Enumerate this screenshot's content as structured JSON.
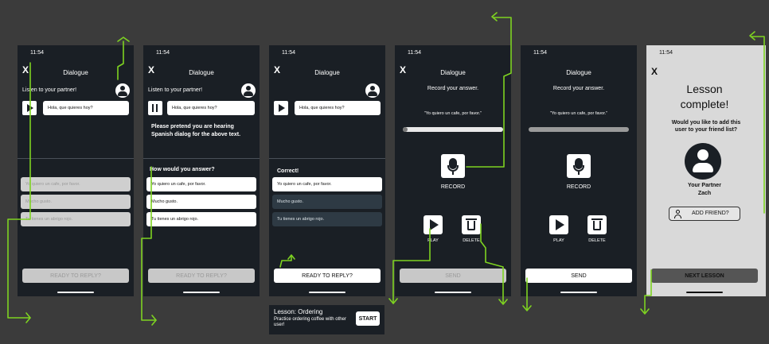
{
  "time": "11:54",
  "close_glyph": "X",
  "screen1": {
    "title": "Dialogue",
    "listen_label": "Listen to your partner!",
    "bubble": "Hola, que quieres hoy?",
    "options": [
      "Yo quiero un cafe, por favor.",
      "Mucho gusto.",
      "Tu tienes un abrigo rojo."
    ],
    "ready_button": "READY TO REPLY?"
  },
  "screen2": {
    "title": "Dialogue",
    "listen_label": "Listen to your partner!",
    "bubble": "Hola, que quieres hoy?",
    "note": "Please pretend you are hearing Spanish dialog for the above text.",
    "question": "How would you answer?",
    "options": [
      "Yo quiero un cafe, por favor.",
      "Mucho gusto.",
      "Tu tienes un abrigo rojo."
    ],
    "ready_button": "READY TO REPLY?"
  },
  "screen3": {
    "title": "Dialogue",
    "bubble": "Hola, que quieres hoy?",
    "correct_label": "Correct!",
    "options": [
      "Yo quiero un cafe, por favor.",
      "Mucho gusto.",
      "Tu tienes un abrigo rojo."
    ],
    "ready_button": "READY TO REPLY?"
  },
  "screen4": {
    "title": "Dialogue",
    "record_prompt": "Record your answer.",
    "answer_text": "\"Yo quiero un cafe, por favor.\"",
    "record_label": "RECORD",
    "play_label": "PLAY",
    "delete_label": "DELETE",
    "send_button": "SEND",
    "progress": 0.05
  },
  "screen5": {
    "title": "Dialogue",
    "record_prompt": "Record your answer.",
    "answer_text": "\"Yo quiero un cafe, por favor.\"",
    "record_label": "RECORD",
    "play_label": "PLAY",
    "delete_label": "DELETE",
    "send_button": "SEND"
  },
  "screen6": {
    "heading_line1": "Lesson",
    "heading_line2": "complete!",
    "question": "Would you like to add this user to your friend list?",
    "partner_line1": "Your Partner",
    "partner_line2": "Zach",
    "add_friend_button": "ADD FRIEND?",
    "next_button": "NEXT LESSON"
  },
  "lesson_card": {
    "title": "Lesson: Ordering",
    "desc": "Practice ordering coffee with other user!",
    "start_button": "START"
  },
  "colors": {
    "screen_bg": "#1a1f25",
    "canvas_bg": "#3b3b3b",
    "flow_arrow": "#7ed321",
    "light_screen_bg": "#d9d9d9"
  }
}
